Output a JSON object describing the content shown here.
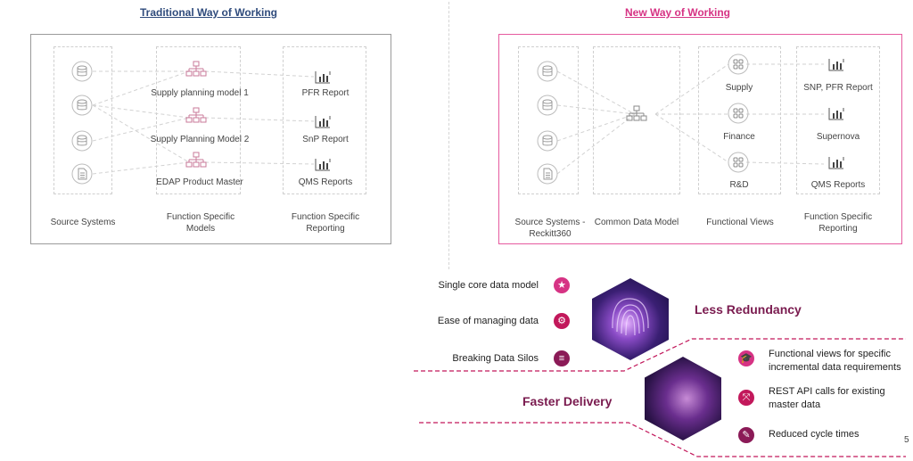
{
  "left": {
    "title": "Traditional Way of Working",
    "models": [
      "Supply planning model 1",
      "Supply Planning Model 2",
      "EDAP Product Master"
    ],
    "reports": [
      "PFR Report",
      "SnP Report",
      "QMS Reports"
    ],
    "footers": [
      "Source Systems",
      "Function Specific\nModels",
      "Function Specific\nReporting"
    ]
  },
  "right": {
    "title": "New Way of Working",
    "views": [
      "Supply",
      "Finance",
      "R&D"
    ],
    "reports": [
      "SNP, PFR Report",
      "Supernova",
      "QMS Reports"
    ],
    "footers": [
      "Source Systems -\nReckitt360",
      "Common Data Model",
      "Functional Views",
      "Function Specific\nReporting"
    ]
  },
  "benefits": {
    "left_items": [
      "Single core data model",
      "Ease of managing data",
      "Breaking Data Silos"
    ],
    "less_redundancy": "Less Redundancy",
    "faster_delivery": "Faster Delivery",
    "right_items": [
      "Functional views for specific\nincremental data requirements",
      "REST API calls for existing\nmaster data",
      "Reduced cycle times"
    ]
  },
  "page_number": "5",
  "colors": {
    "accent": "#d63384",
    "navy": "#2f4b7c",
    "maroon": "#7a1b4f",
    "icon_pink": "#c2185b"
  },
  "icons": {
    "database": "database-icon",
    "hierarchy": "hierarchy-icon",
    "report": "bar-chart-report-icon",
    "grid": "grid-view-icon"
  }
}
